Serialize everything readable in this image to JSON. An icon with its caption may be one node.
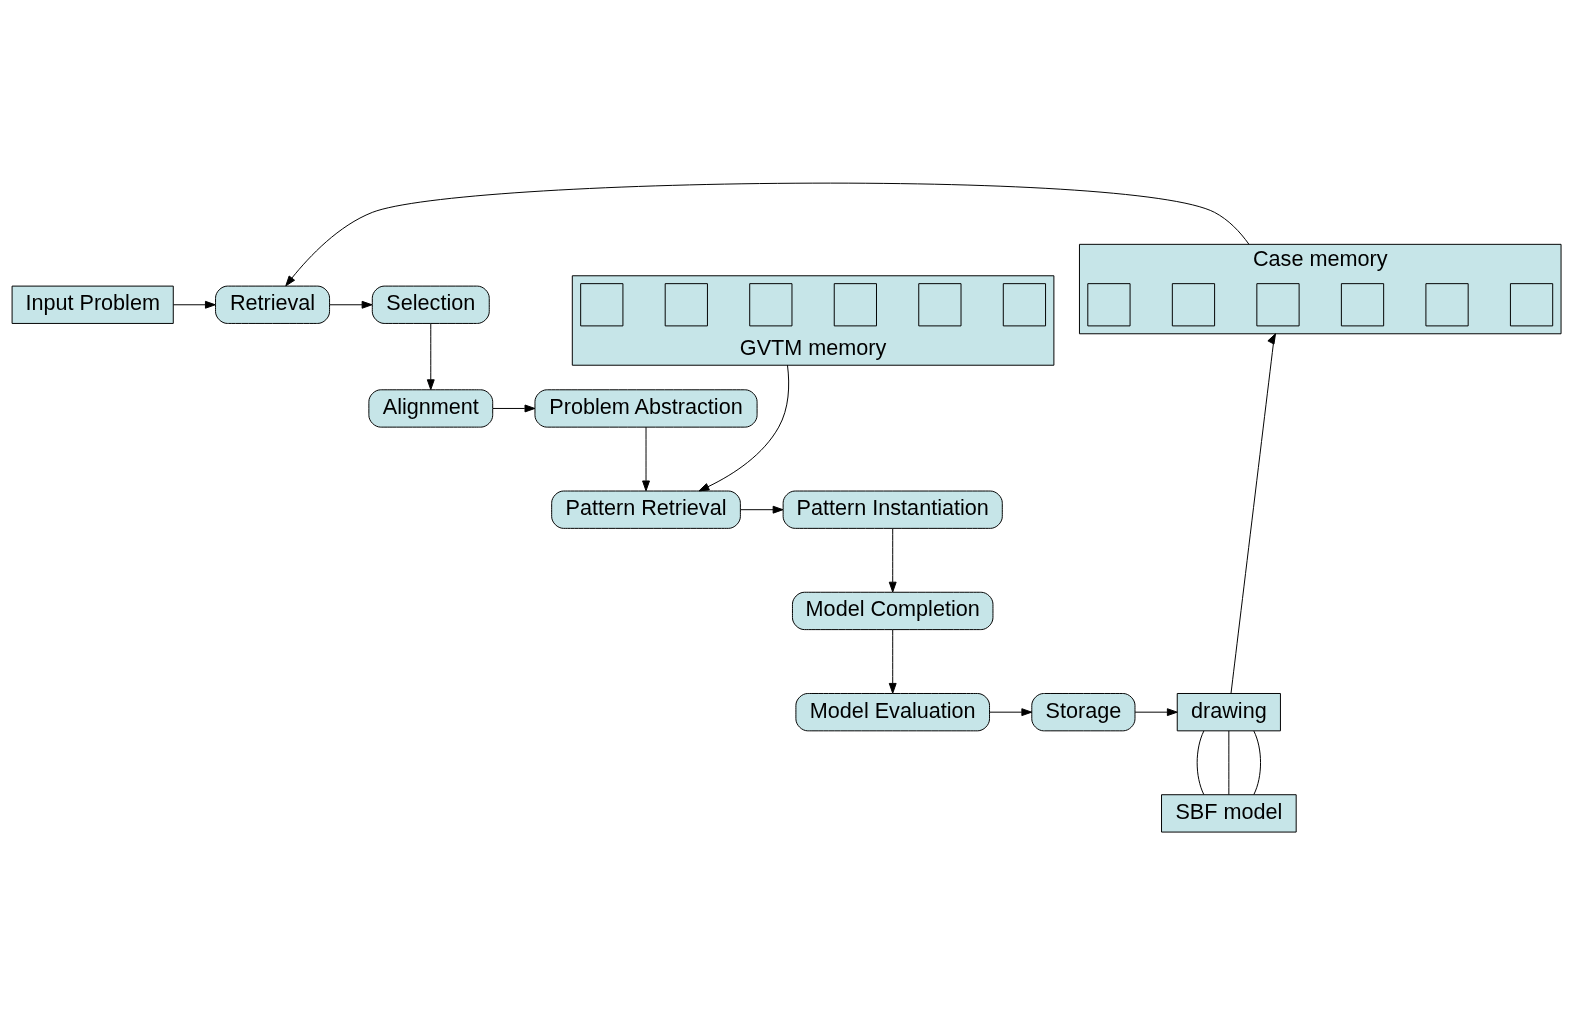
{
  "diagram": {
    "nodes": [
      {
        "text": [
          "Input Problem"
        ]
      },
      {
        "text": [
          "Retrieval"
        ]
      },
      {
        "text": [
          "Selection"
        ]
      },
      {
        "text": [
          "Case memory"
        ]
      },
      {
        "text": [],
        "shape": "box",
        "in": 3
      },
      {
        "text": [],
        "shape": "box",
        "in": 3
      },
      {
        "text": [],
        "shape": "box",
        "in": 3
      },
      {
        "text": [],
        "shape": "box",
        "in": 3
      },
      {
        "text": [],
        "shape": "box",
        "in": 3
      },
      {
        "text": [],
        "shape": "box",
        "in": 3
      },
      {
        "text": [
          "Problem Abstraction"
        ]
      },
      {
        "text": [
          "Alignment"
        ]
      },
      {
        "text": [
          "Pattern Retrieval"
        ]
      },
      {
        "text": [
          "Pattern Instantiation"
        ]
      },
      {
        "text": [
          "GVTM memory"
        ]
      },
      {
        "text": [],
        "shape": "box",
        "in": 14
      },
      {
        "text": [],
        "shape": "box",
        "in": 14
      },
      {
        "text": [],
        "shape": "box",
        "in": 14
      },
      {
        "text": [],
        "shape": "box",
        "in": 14
      },
      {
        "text": [],
        "shape": "box",
        "in": 14
      },
      {
        "text": [],
        "shape": "box",
        "in": 14
      },
      {
        "text": [
          "Model Completion"
        ]
      },
      {
        "text": [
          "drawing"
        ]
      },
      {
        "text": [
          "Storage"
        ]
      },
      {
        "text": [
          "Model Evaluation"
        ]
      },
      {
        "text": [
          "SBF model"
        ]
      }
    ],
    "edges": [
      {
        "from": 0,
        "to": 1,
        "arrow": "to"
      },
      {
        "from": 1,
        "to": 2,
        "arrow": "to"
      },
      {
        "from": 2,
        "to": 11,
        "arrow": "to"
      },
      {
        "from": 3,
        "to": 1,
        "arrow": "to"
      },
      {
        "from": 11,
        "to": 10,
        "arrow": "to"
      },
      {
        "from": 10,
        "to": 12,
        "arrow": "to"
      },
      {
        "from": 14,
        "to": 12,
        "arrow": "to"
      },
      {
        "from": 12,
        "to": 13,
        "arrow": "to"
      },
      {
        "from": 13,
        "to": 21,
        "arrow": "to"
      },
      {
        "from": 21,
        "to": 24,
        "arrow": "to"
      },
      {
        "from": 24,
        "to": 23,
        "arrow": "to"
      },
      {
        "from": 23,
        "to": 22,
        "arrow": "to"
      },
      {
        "from": 22,
        "to": 3,
        "arrow": "to"
      },
      {
        "from": 22,
        "to": 25,
        "arrow": "none"
      },
      {
        "from": 22,
        "to": 25,
        "arrow": "none"
      },
      {
        "from": 22,
        "to": 25,
        "arrow": "none"
      }
    ]
  }
}
